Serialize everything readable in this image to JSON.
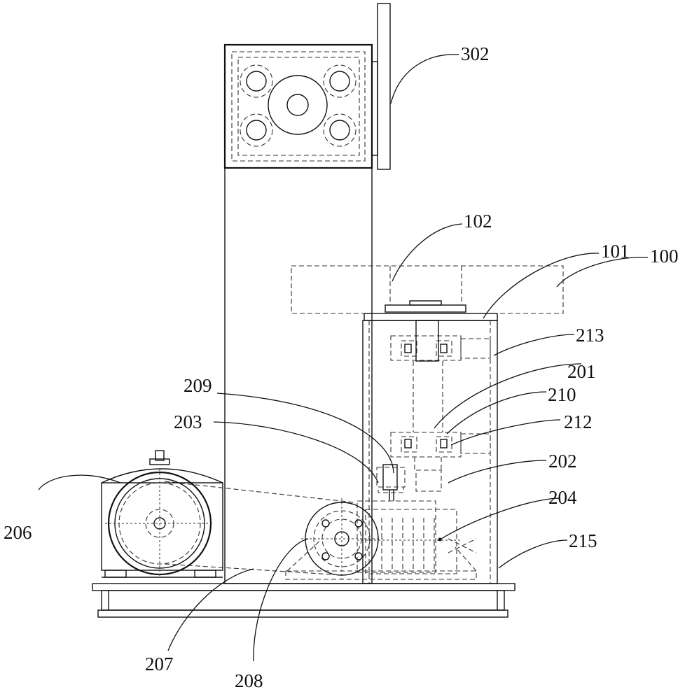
{
  "labels": {
    "l302": "302",
    "l102": "102",
    "l101": "101",
    "l100": "100",
    "l213": "213",
    "l201": "201",
    "l210": "210",
    "l209": "209",
    "l212": "212",
    "l203": "203",
    "l202": "202",
    "l204": "204",
    "l215": "215",
    "l206": "206",
    "l207": "207",
    "l208": "208"
  },
  "colors": {
    "ink": "#111111",
    "background": "#ffffff"
  }
}
